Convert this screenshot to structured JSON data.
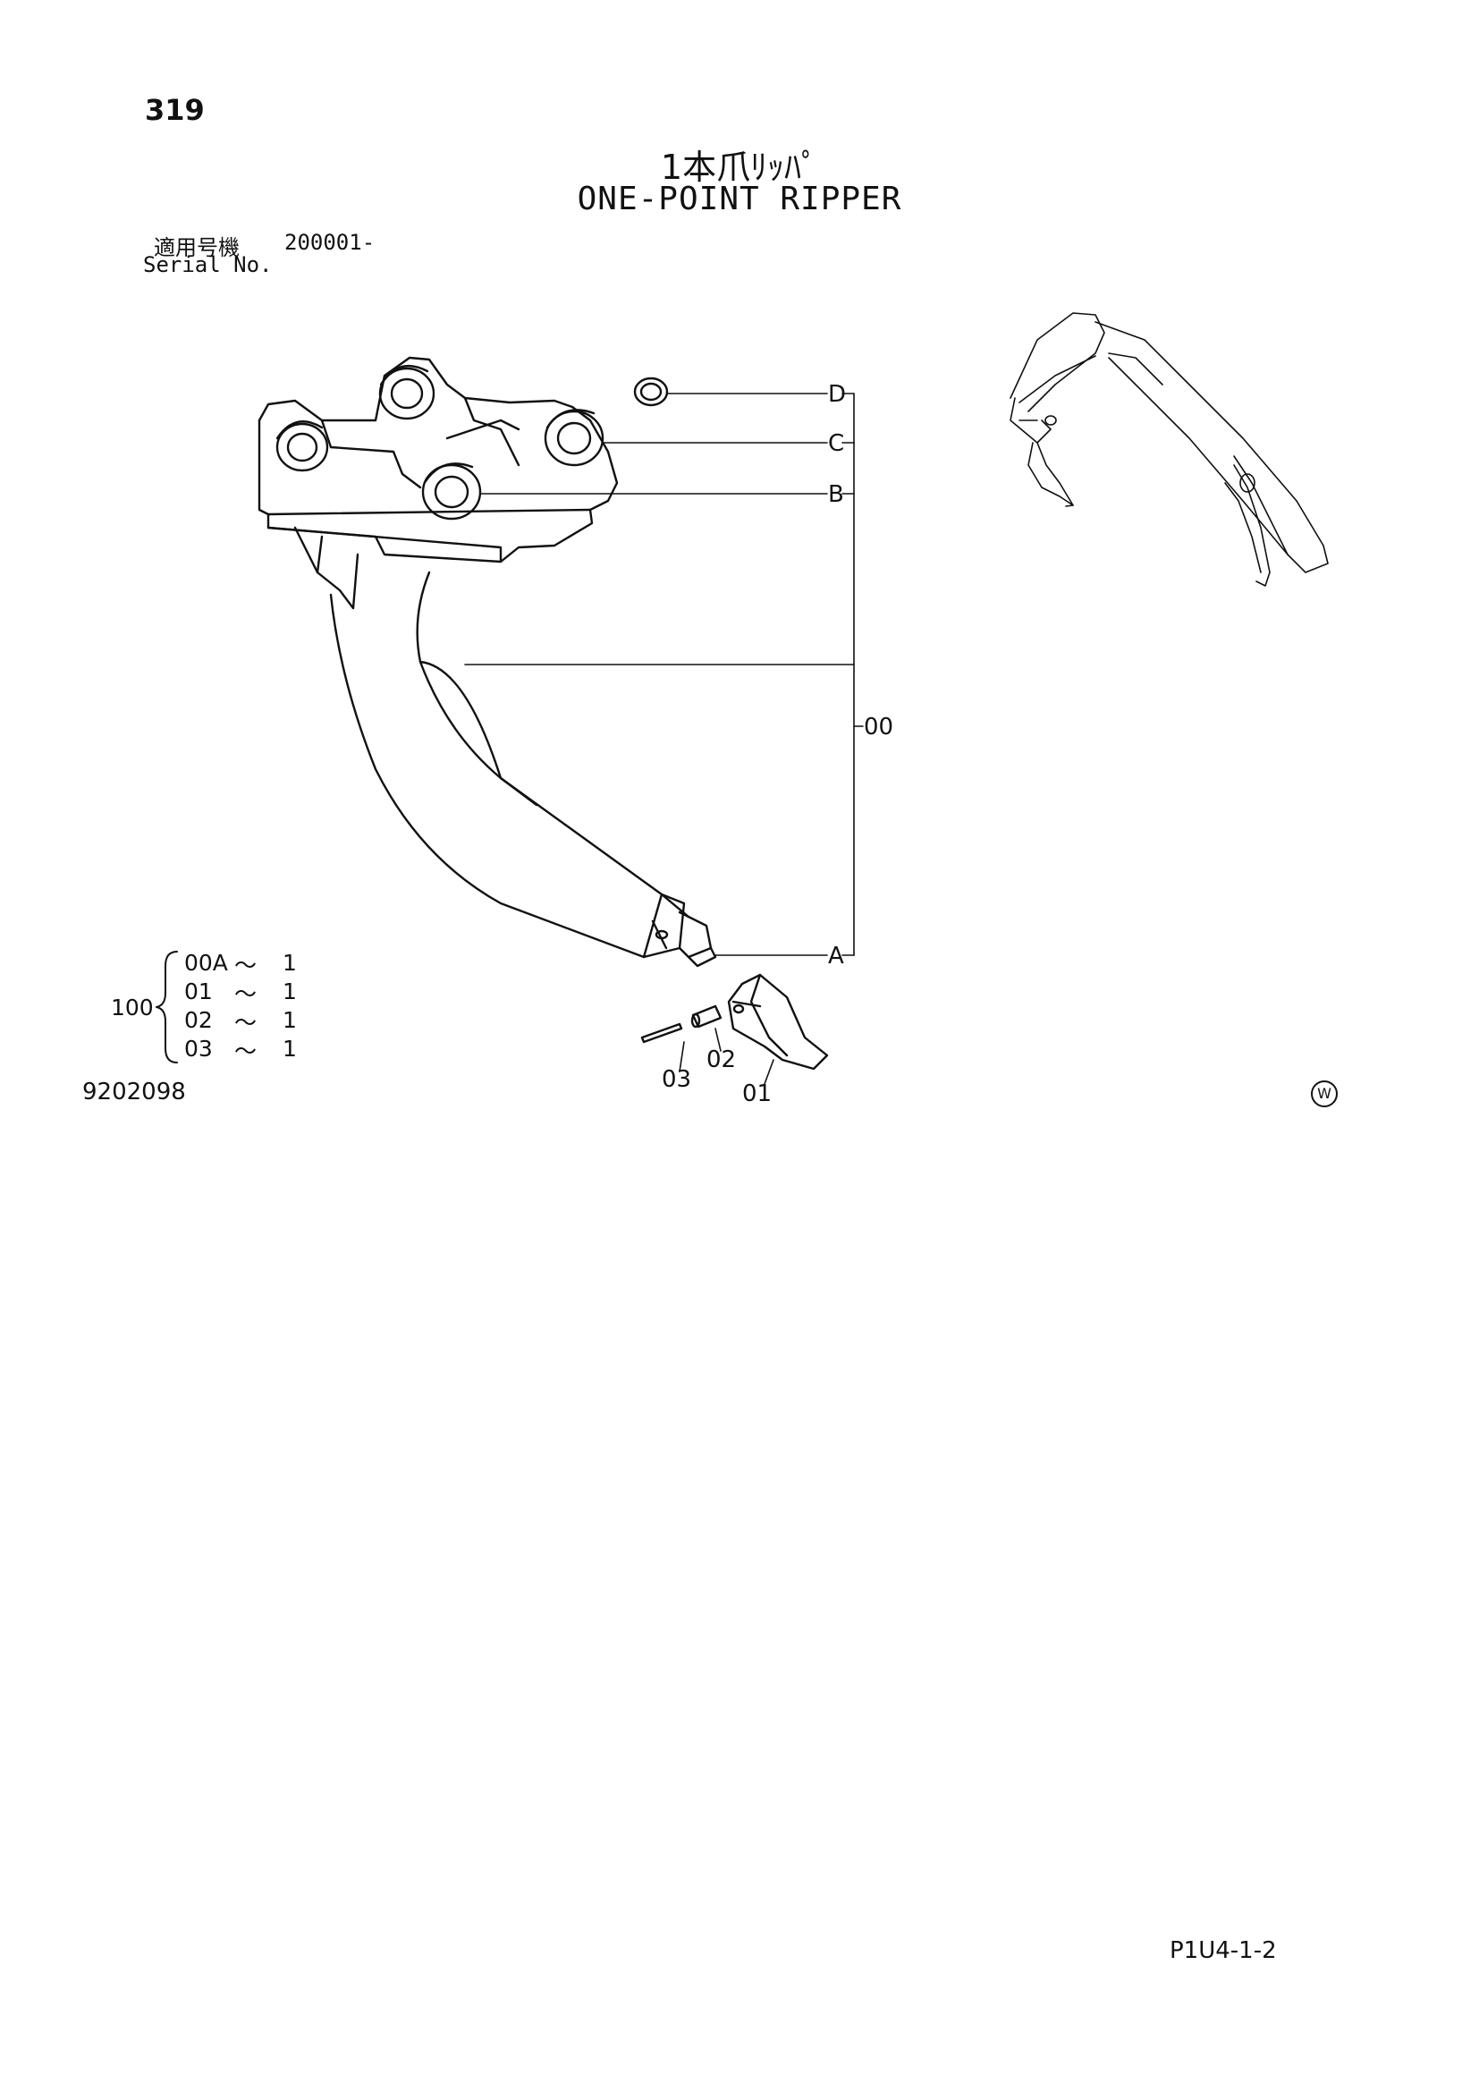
{
  "page_number": "319",
  "title_jp": "1本爪ﾘｯﾊﾟ",
  "title_en": "ONE-POINT RIPPER",
  "serial": {
    "label_jp": "適用号機",
    "label_en": "Serial No.",
    "value": "200001-"
  },
  "callouts": {
    "d": "D",
    "c": "C",
    "b": "B",
    "a": "A",
    "assembly": "00",
    "part_01": "01",
    "part_02": "02",
    "part_03": "03"
  },
  "quantity_table": {
    "group": "100",
    "rows": [
      {
        "part": "00A",
        "sep": "～",
        "qty": "1"
      },
      {
        "part": "01",
        "sep": "～",
        "qty": "1"
      },
      {
        "part": "02",
        "sep": "～",
        "qty": "1"
      },
      {
        "part": "03",
        "sep": "～",
        "qty": "1"
      }
    ]
  },
  "figure_number": "9202098",
  "w_mark": "W",
  "page_code": "P1U4-1-2"
}
